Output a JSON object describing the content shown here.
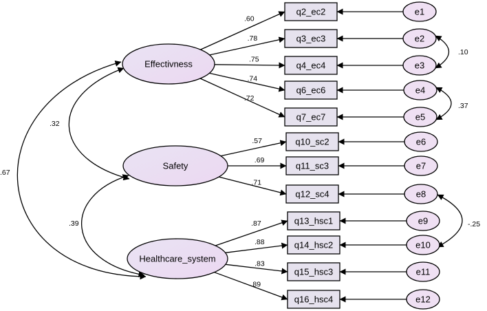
{
  "colors": {
    "latent_fill_a": "#e9e3f3",
    "latent_fill_b": "#ecd8f2",
    "indicator_fill": "#e6e2ee",
    "error_fill": "#efe0f3",
    "stroke": "#000000"
  },
  "latents": [
    {
      "id": "eff",
      "label": "Effectivness"
    },
    {
      "id": "saf",
      "label": "Safety"
    },
    {
      "id": "hcs",
      "label": "Healthcare_system"
    }
  ],
  "indicators": [
    {
      "label": "q2_ec2",
      "error": "e1",
      "factor": "eff",
      "loading": ".60"
    },
    {
      "label": "q3_ec3",
      "error": "e2",
      "factor": "eff",
      "loading": ".78"
    },
    {
      "label": "q4_ec4",
      "error": "e3",
      "factor": "eff",
      "loading": ".75"
    },
    {
      "label": "q6_ec6",
      "error": "e4",
      "factor": "eff",
      "loading": ".74"
    },
    {
      "label": "q7_ec7",
      "error": "e5",
      "factor": "eff",
      "loading": ".72"
    },
    {
      "label": "q10_sc2",
      "error": "e6",
      "factor": "saf",
      "loading": ".57"
    },
    {
      "label": "q11_sc3",
      "error": "e7",
      "factor": "saf",
      "loading": ".69"
    },
    {
      "label": "q12_sc4",
      "error": "e8",
      "factor": "saf",
      "loading": ".71"
    },
    {
      "label": "q13_hsc1",
      "error": "e9",
      "factor": "hcs",
      "loading": ".87"
    },
    {
      "label": "q14_hsc2",
      "error": "e10",
      "factor": "hcs",
      "loading": ".88"
    },
    {
      "label": "q15_hsc3",
      "error": "e11",
      "factor": "hcs",
      "loading": ".83"
    },
    {
      "label": "q16_hsc4",
      "error": "e12",
      "factor": "hcs",
      "loading": ".89"
    }
  ],
  "factor_correlations": [
    {
      "from": "eff",
      "to": "saf",
      "value": ".32"
    },
    {
      "from": "saf",
      "to": "hcs",
      "value": ".39"
    },
    {
      "from": "eff",
      "to": "hcs",
      "value": ".67"
    }
  ],
  "error_covariances": [
    {
      "from": "e2",
      "to": "e3",
      "value": ".10"
    },
    {
      "from": "e4",
      "to": "e5",
      "value": ".37"
    },
    {
      "from": "e8",
      "to": "e10",
      "value": "-.25"
    }
  ]
}
